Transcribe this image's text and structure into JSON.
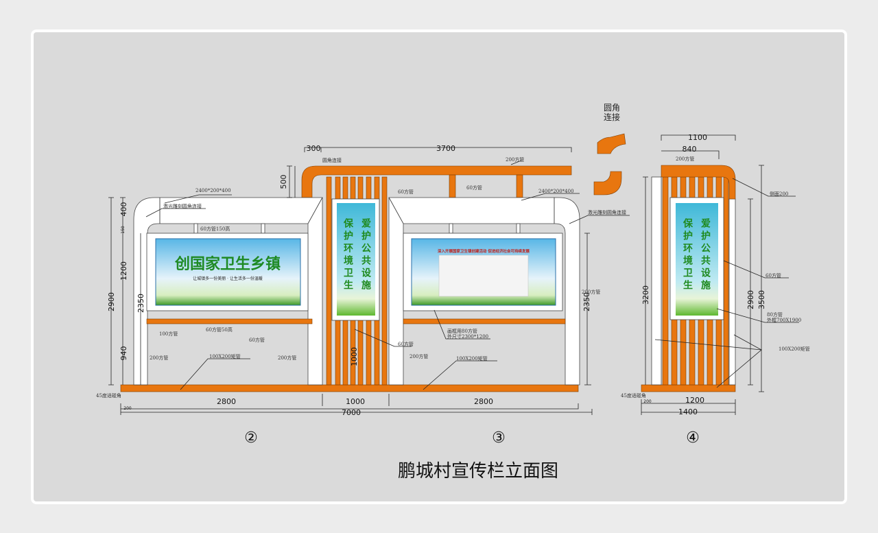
{
  "colors": {
    "frame_orange": "#e8760f",
    "panel_gray": "#dadada",
    "white": "#ffffff"
  },
  "title": "鹏城村宣传栏立面图",
  "views": {
    "v2": "②",
    "v3": "③",
    "v4": "④"
  },
  "boards": {
    "left_title": "创国家卫生乡镇",
    "left_subtitle": "让城镇多一份美丽 · 让生活多一份温暖",
    "center_col1": "保护环境卫生",
    "center_col2": "爱护公共设施",
    "right_headline": "深入开展国家卫生镇创建活动 促进经济社会可持续发展"
  },
  "labels": {
    "box_size": "2400*200*400",
    "laser_corner": "激光雕刻圆角连接",
    "tube60_150": "60方管150高",
    "tube100": "100方管",
    "tube60_50": "60方管50高",
    "tube60": "60方管",
    "tube200": "200方管",
    "rect100x200": "100X200矩管",
    "round_conn": "圆角连接",
    "frame80": "画框用80方管",
    "frame_outer": "外尺寸2300*1200",
    "side200": "侧面200",
    "tube80": "80方管",
    "outer700": "外框700X1900",
    "corner45": "45度适碰角",
    "corner_title_1": "圆角",
    "corner_title_2": "连接"
  },
  "dims": {
    "d300": "300",
    "d3700": "3700",
    "d500": "500",
    "d200": "200",
    "d400": "400",
    "d150": "150",
    "d1200": "1200",
    "d2900": "2900",
    "d2350": "2350",
    "d940": "940",
    "d2800": "2800",
    "d1000": "1000",
    "d7000": "7000",
    "d1100": "1100",
    "d840": "840",
    "d3200": "3200",
    "d3500": "3500",
    "d1400": "1400"
  }
}
